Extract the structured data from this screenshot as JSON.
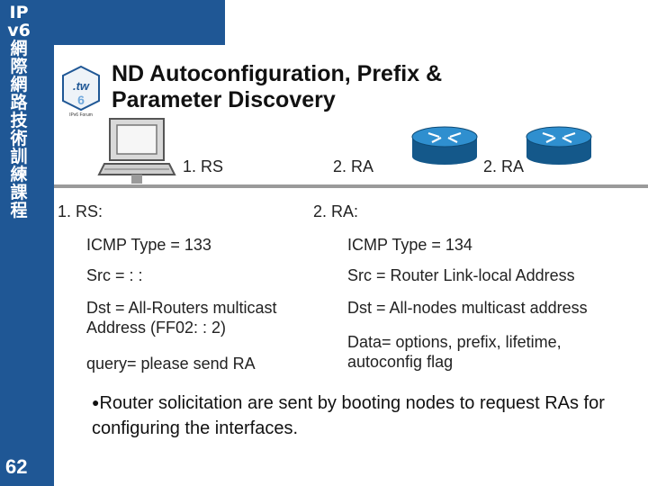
{
  "sidebar": {
    "vertical_title": "IPv6網際網路技術訓練課程",
    "page_number": "62"
  },
  "header": {
    "title": "ND Autoconfiguration, Prefix &\nParameter Discovery",
    "logo_text": "TW IPv6 Forum"
  },
  "diagram": {
    "rs_arrow_label": "1. RS",
    "ra_arrow_label_1": "2. RA",
    "ra_arrow_label_2": "2. RA"
  },
  "rs": {
    "heading": "1. RS:",
    "icmp": "ICMP Type = 133",
    "src": "Src = : :",
    "dst_line1": "Dst = All-Routers multicast",
    "dst_line2": "Address (FF02: : 2)",
    "query": "query= please send RA"
  },
  "ra": {
    "heading": "2. RA:",
    "icmp": "ICMP Type = 134",
    "src": "Src = Router Link-local Address",
    "dst": "Dst = All-nodes multicast address",
    "data_line1": "Data= options, prefix, lifetime,",
    "data_line2": "autoconfig flag"
  },
  "bullet": {
    "text": "Router solicitation are sent by booting nodes to request RAs for configuring the interfaces."
  },
  "colors": {
    "sidebar": "#1f5795",
    "router": "#1a6fa8"
  }
}
